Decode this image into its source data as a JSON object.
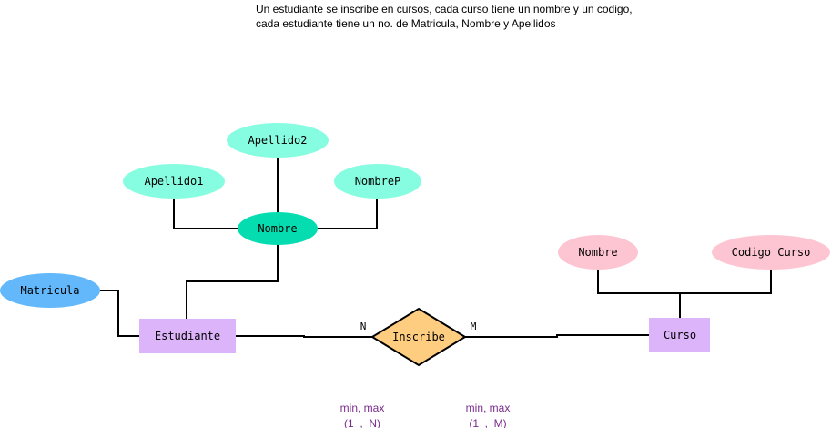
{
  "description": {
    "line1": "Un estudiante se inscribe en cursos, cada curso tiene un nombre y un codigo,",
    "line2": "cada estudiante tiene un no. de Matricula, Nombre y Apellidos"
  },
  "colors": {
    "entity": "#dcb4fa",
    "relationship": "#ffcd80",
    "key_attribute": "#62b8fb",
    "composite_attribute": "#05dcb0",
    "sub_attribute": "#86fde1",
    "course_attribute": "#fdc5d1",
    "minmax_text": "#7a2b8c",
    "line": "#000000"
  },
  "entities": {
    "estudiante": "Estudiante",
    "curso": "Curso"
  },
  "relationship": {
    "label": "Inscribe",
    "card_left": "N",
    "card_right": "M"
  },
  "attributes": {
    "matricula": "Matricula",
    "nombre": "Nombre",
    "apellido1": "Apellido1",
    "apellido2": "Apellido2",
    "nombrep": "NombreP",
    "curso_nombre": "Nombre",
    "codigo_curso": "Codigo Curso"
  },
  "minmax": {
    "left_title": "min, max",
    "left_value": "(1  ,  N)",
    "right_title": "min, max",
    "right_value": "(1  ,  M)"
  }
}
